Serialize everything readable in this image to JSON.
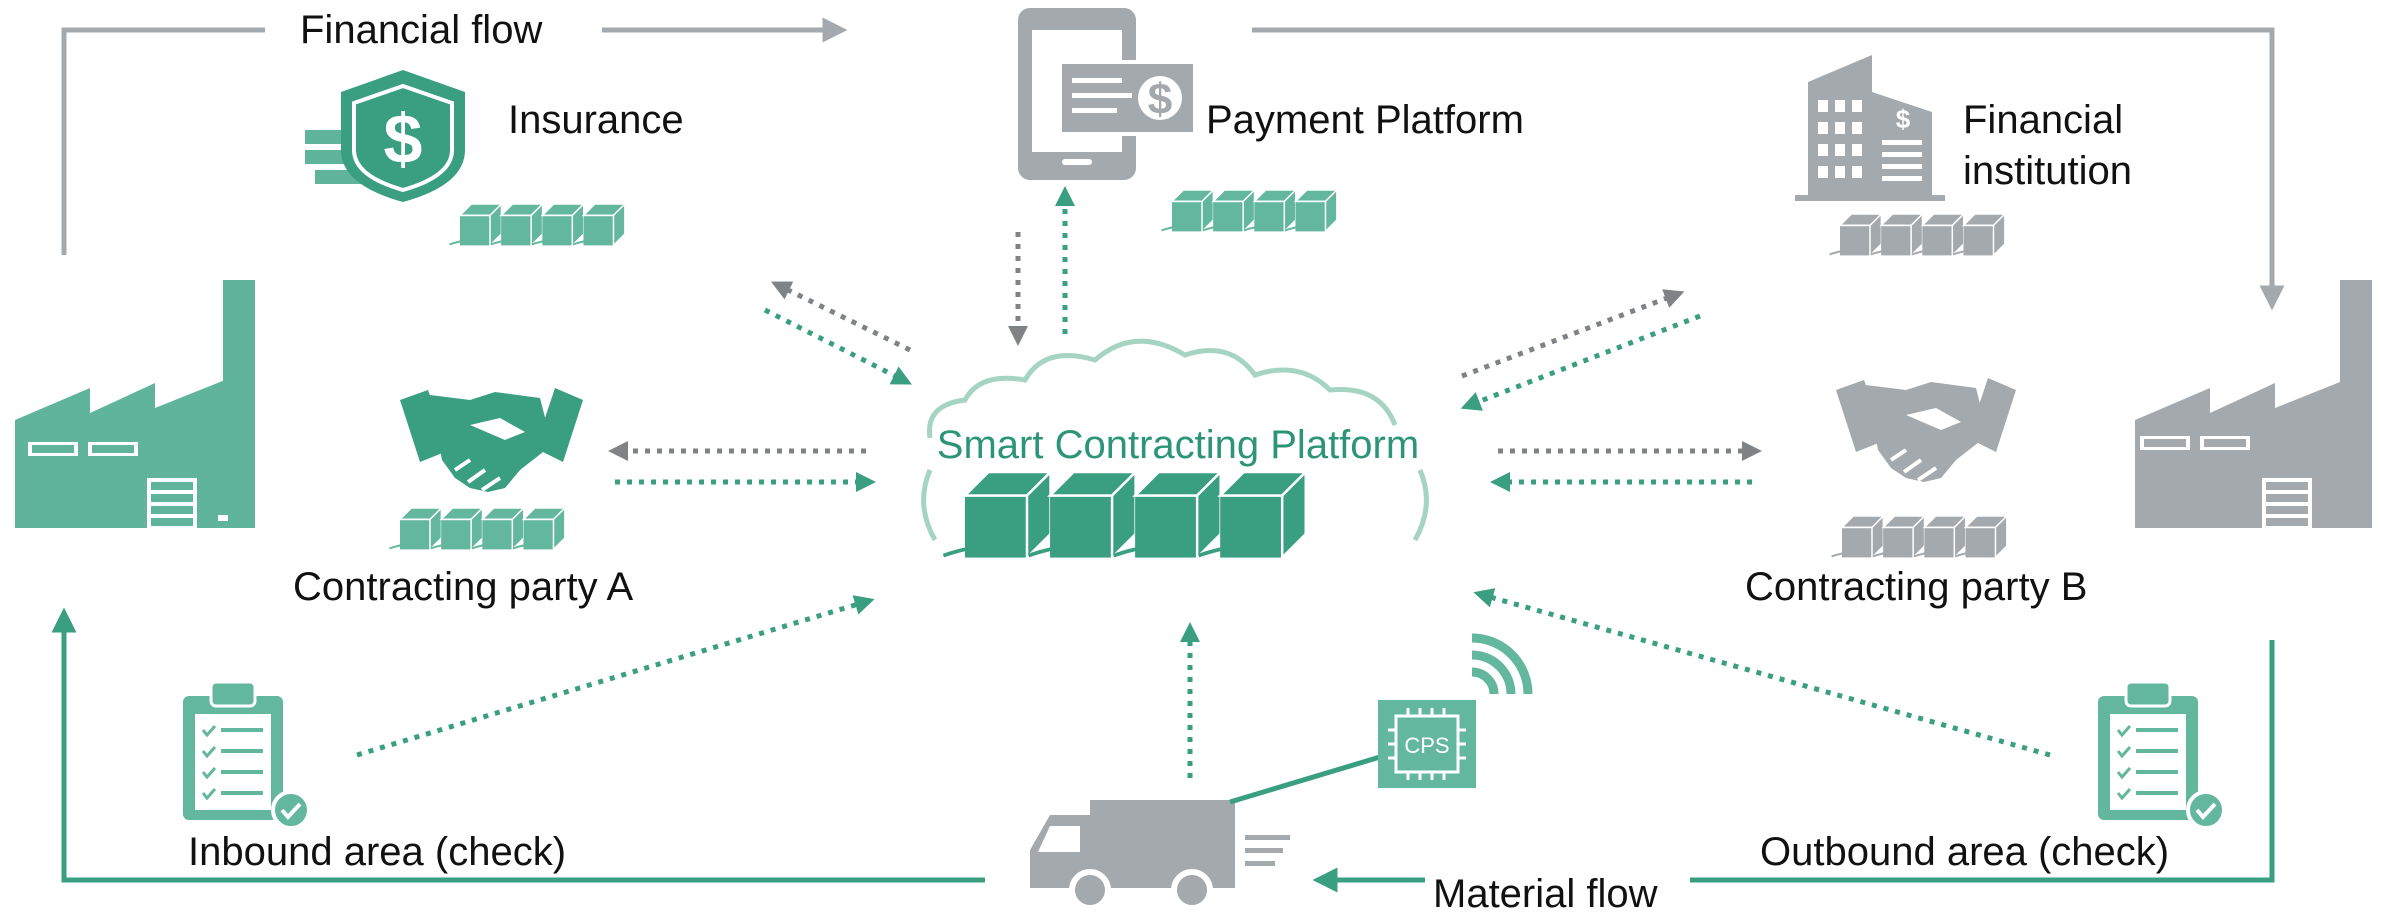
{
  "colors": {
    "green": "#3a9e80",
    "green_light": "#62b79c",
    "gray": "#a4a9ad",
    "gray_dark": "#7f8386",
    "text": "#111111"
  },
  "flows": {
    "financial": "Financial flow",
    "material": "Material flow"
  },
  "nodes": {
    "insurance": "Insurance",
    "payment": "Payment Platform",
    "financial_line1": "Financial",
    "financial_line2": "institution",
    "platform": "Smart Contracting Platform",
    "party_a": "Contracting party A",
    "party_b": "Contracting party B",
    "inbound": "Inbound area (check)",
    "outbound": "Outbound area (check)",
    "cps": "CPS",
    "currency_symbol": "$"
  },
  "icons": [
    "factory-icon",
    "shield-dollar-icon",
    "tablet-payment-icon",
    "bank-building-icon",
    "handshake-icon",
    "cloud-icon",
    "blockchain-icon",
    "clipboard-check-icon",
    "truck-icon",
    "chip-icon",
    "wifi-signal-icon"
  ]
}
